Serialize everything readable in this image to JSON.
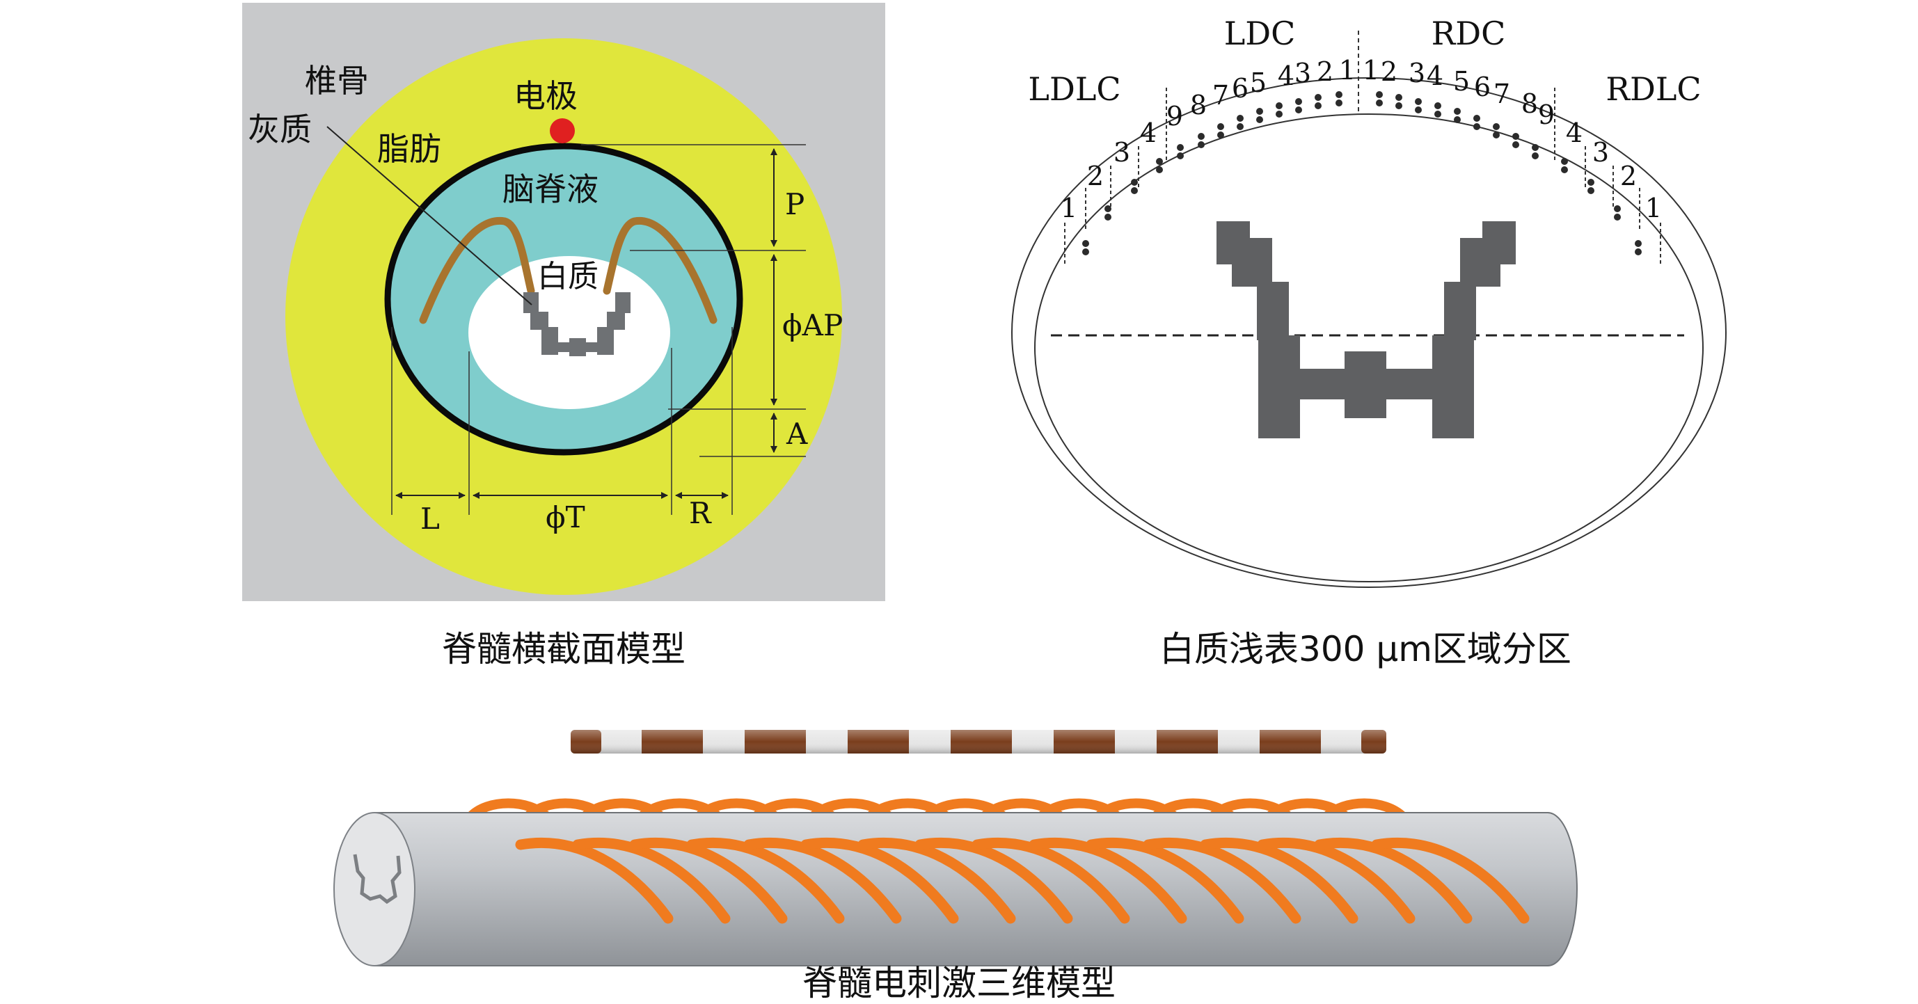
{
  "panel_a": {
    "caption": "脊髓横截面模型",
    "labels": {
      "vertebra": "椎骨",
      "electrode": "电极",
      "grey_matter": "灰质",
      "fat": "脂肪",
      "csf": "脑脊液",
      "white_matter": "白质",
      "p": "P",
      "phi_ap": "ϕAP",
      "a": "A",
      "l": "L",
      "phi_t": "ϕT",
      "r": "R"
    },
    "colors": {
      "background": "#c8c9cb",
      "fat": "#e0e63c",
      "csf": "#7fcdcc",
      "white_matter": "#ffffff",
      "grey_matter": "#6e7174",
      "dorsal_horn": "#a8742e",
      "electrode": "#e02020"
    }
  },
  "panel_b": {
    "caption": "白质浅表300 μm区域分区",
    "labels": {
      "ldc": "LDC",
      "rdc": "RDC",
      "ldlc": "LDLC",
      "rdlc": "RDLC"
    },
    "left_dlc_numbers": [
      "1",
      "2",
      "3",
      "4"
    ],
    "left_dc_numbers": [
      "9",
      "8",
      "7",
      "6",
      "5",
      "4",
      "3",
      "2",
      "1"
    ],
    "right_dc_numbers": [
      "1",
      "2",
      "3",
      "4",
      "5",
      "6",
      "7",
      "8",
      "9"
    ],
    "right_dlc_numbers": [
      "4",
      "3",
      "2",
      "1"
    ],
    "colors": {
      "grey_matter": "#5f6062"
    }
  },
  "panel_c": {
    "caption": "脊髓电刺激三维模型",
    "colors": {
      "lead_contact": "#7a3d1c",
      "lead_insulation": "#e6e6e6",
      "fibers": "#f07b1f",
      "cord": "#b3b6ba"
    }
  }
}
